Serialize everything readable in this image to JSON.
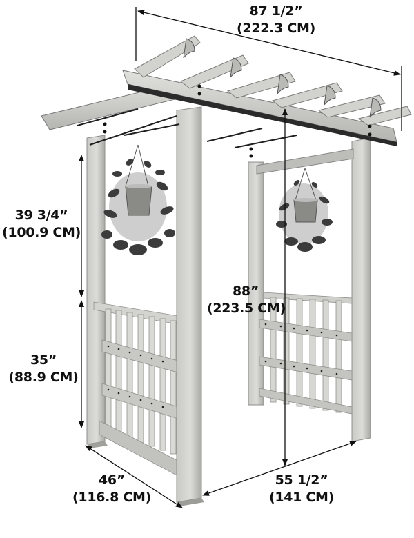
{
  "diagram": {
    "subject": "Garden arbor / pergola with trellis side panels and two hanging planters",
    "colors": {
      "wood_light": "#d8d8d6",
      "wood_mid": "#b9b9b6",
      "wood_dark": "#8f8f8c",
      "shadow": "#2a2a2a",
      "foliage": "#3a3a3a",
      "dimension_line": "#111111",
      "background": "#ffffff"
    },
    "dimensions": {
      "overall_width": {
        "imperial": "87 1/2”",
        "metric": "(222.3 CM)"
      },
      "upper_opening_height": {
        "imperial": "39 3/4”",
        "metric": "(100.9 CM)"
      },
      "panel_height": {
        "imperial": "35”",
        "metric": "(88.9 CM)"
      },
      "overall_height": {
        "imperial": "88”",
        "metric": "(223.5 CM)"
      },
      "depth": {
        "imperial": "46”",
        "metric": "(116.8 CM)"
      },
      "inner_width": {
        "imperial": "55 1/2”",
        "metric": "(141 CM)"
      }
    }
  }
}
